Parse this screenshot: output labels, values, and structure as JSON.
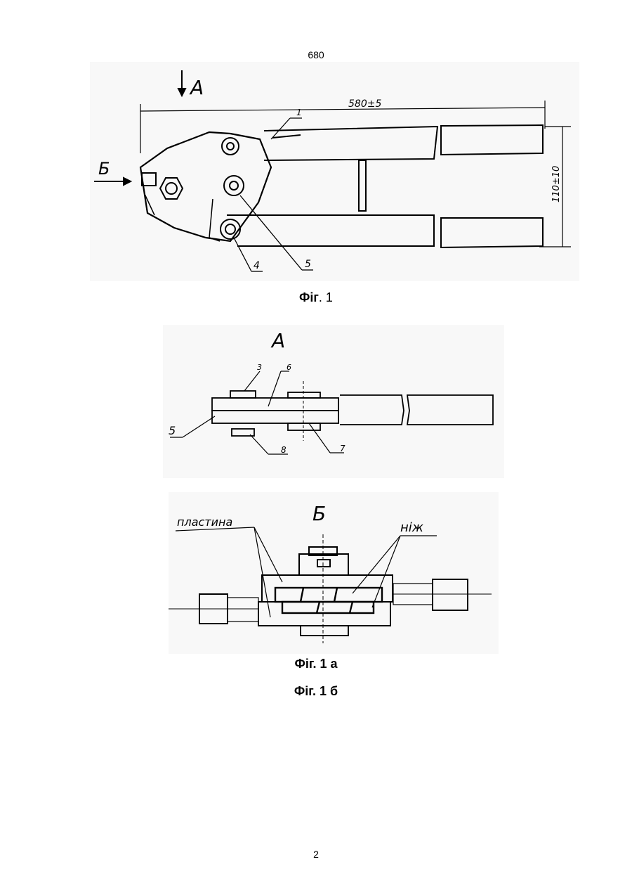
{
  "page_header": "680",
  "page_number": "2",
  "fig1": {
    "caption_prefix": "Фіг",
    "caption_suffix": ". 1",
    "label_view_a": "A",
    "label_view_b": "Б",
    "dim_length": "580±5",
    "dim_height": "110±10",
    "callouts": [
      "1",
      "4",
      "5"
    ]
  },
  "figA": {
    "title": "A",
    "callouts": [
      "3",
      "6",
      "5",
      "7",
      "8"
    ]
  },
  "figB": {
    "title": "Б",
    "label_plates": "пластина",
    "label_knife": "ніж"
  },
  "caption_1a": {
    "prefix": "Фіг",
    "suffix": ". 1 а"
  },
  "caption_1b": {
    "prefix": "Фіг",
    "suffix": ". 1 б"
  }
}
